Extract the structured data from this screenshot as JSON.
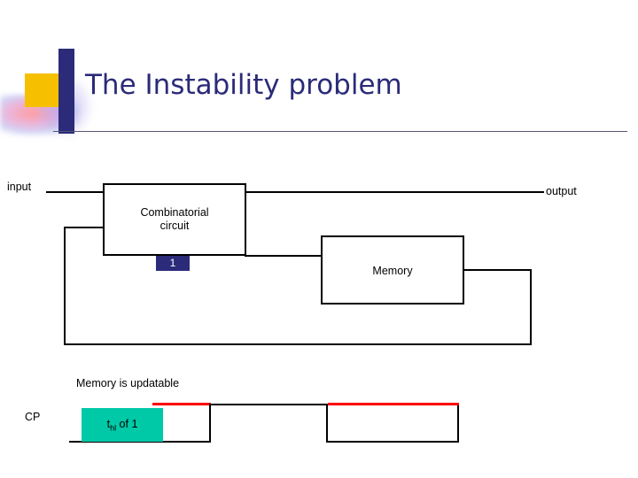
{
  "slide": {
    "title": "The Instability problem",
    "accent_navy": "#2b2b7a",
    "accent_yellow": "#f6c000",
    "accent_red": "#ff0000",
    "accent_teal": "#00c9a7"
  },
  "diagram": {
    "input_label": "input",
    "output_label": "output",
    "comb_line1": "Combinatorial",
    "comb_line2": "circuit",
    "state_chip": "1",
    "memory_label": "Memory",
    "note_label": "Memory is updatable",
    "cp_label": "CP",
    "thold_prefix": "t",
    "thold_sub": "hl",
    "thold_suffix": " of 1"
  }
}
